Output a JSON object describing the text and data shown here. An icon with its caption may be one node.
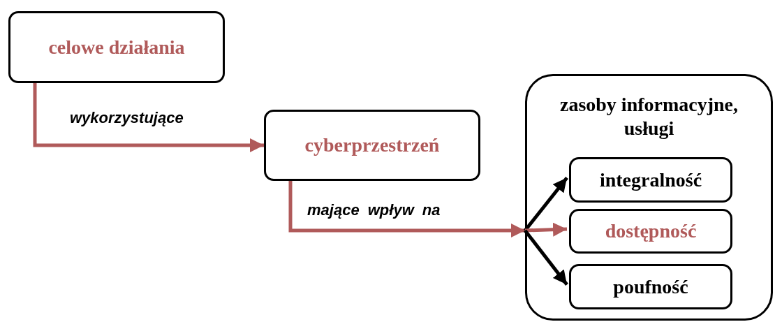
{
  "diagram": {
    "nodes": [
      {
        "text": [
          "celowe działania"
        ]
      },
      {
        "text": [
          "cyberprzestrzeń"
        ]
      },
      {
        "text": [
          "zasoby informacyjne, usługi"
        ]
      },
      {
        "text": [
          "integralność"
        ],
        "in": 2
      },
      {
        "text": [
          "dostępność"
        ],
        "in": 2
      },
      {
        "text": [
          "poufność"
        ],
        "in": 2
      }
    ],
    "edges": [
      {
        "from": 0,
        "to": 1,
        "arrow": "to",
        "label": "wykorzystujące"
      },
      {
        "from": 1,
        "to": 2,
        "arrow": "to",
        "label": "mające wpływ na"
      },
      {
        "from": 2,
        "to": 3,
        "arrow": "to",
        "color": "#000000"
      },
      {
        "from": 2,
        "to": 4,
        "arrow": "to"
      },
      {
        "from": 2,
        "to": 5,
        "arrow": "to",
        "color": "#000000"
      }
    ]
  }
}
